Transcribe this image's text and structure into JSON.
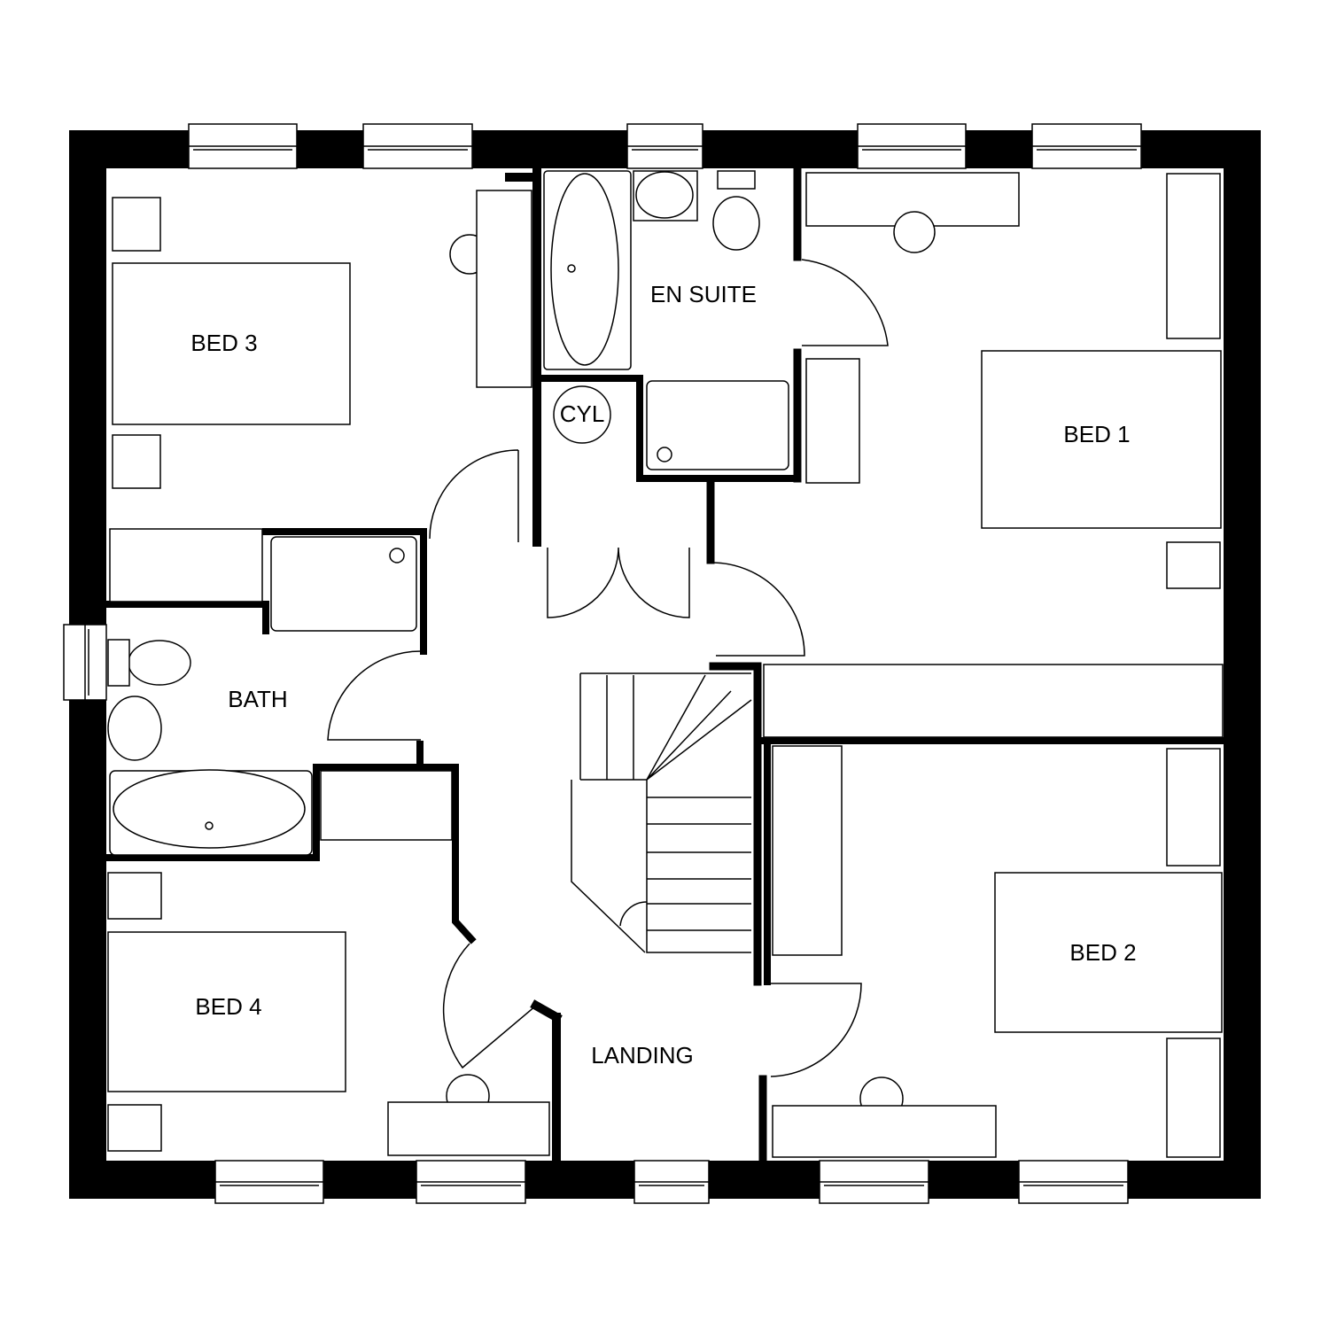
{
  "plan": {
    "rooms": {
      "bed3": "BED 3",
      "en_suite": "EN SUITE",
      "cyl": "CYL",
      "bed1": "BED 1",
      "bath": "BATH",
      "bed4": "BED 4",
      "landing": "LANDING",
      "bed2": "BED 2"
    },
    "colors": {
      "wall": "#000000",
      "background": "#ffffff"
    }
  }
}
